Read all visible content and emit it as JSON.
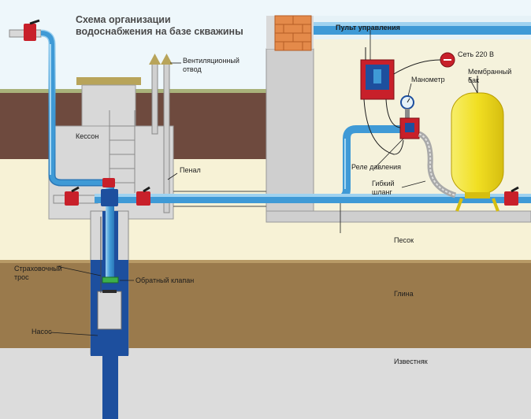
{
  "title": {
    "line1": "Схема организации",
    "line2": "водоснабжения на базе скважины"
  },
  "labels": {
    "ventilation_line1": "Вентиляционный",
    "ventilation_line2": "отвод",
    "control_panel": "Пульт управления",
    "network": "Сеть 220 В",
    "membrane_line1": "Мембранный",
    "membrane_line2": "бак",
    "manometer": "Манометр",
    "caisson": "Кессон",
    "casing": "Пенал",
    "pressure_relay": "Реле давления",
    "hose_line1": "Гибкий",
    "hose_line2": "шланг",
    "sand": "Песок",
    "safety_rope_line1": "Страховочный",
    "safety_rope_line2": "трос",
    "check_valve": "Обратный клапан",
    "clay": "Глина",
    "pump": "Насос",
    "limestone": "Известняк"
  },
  "colors": {
    "sky": "#eef7fb",
    "topsoil": "#6e4a3e",
    "sand": "#f7f2d6",
    "clay": "#9a7a4c",
    "limestone": "#dcdcdc",
    "pipe": "#4aa3d9",
    "casing_blue": "#1d4f9e",
    "valve": "#c8202a",
    "tank": "#f1e12d",
    "house_wall": "#cfcfcf",
    "brick": "#e48a4a"
  }
}
